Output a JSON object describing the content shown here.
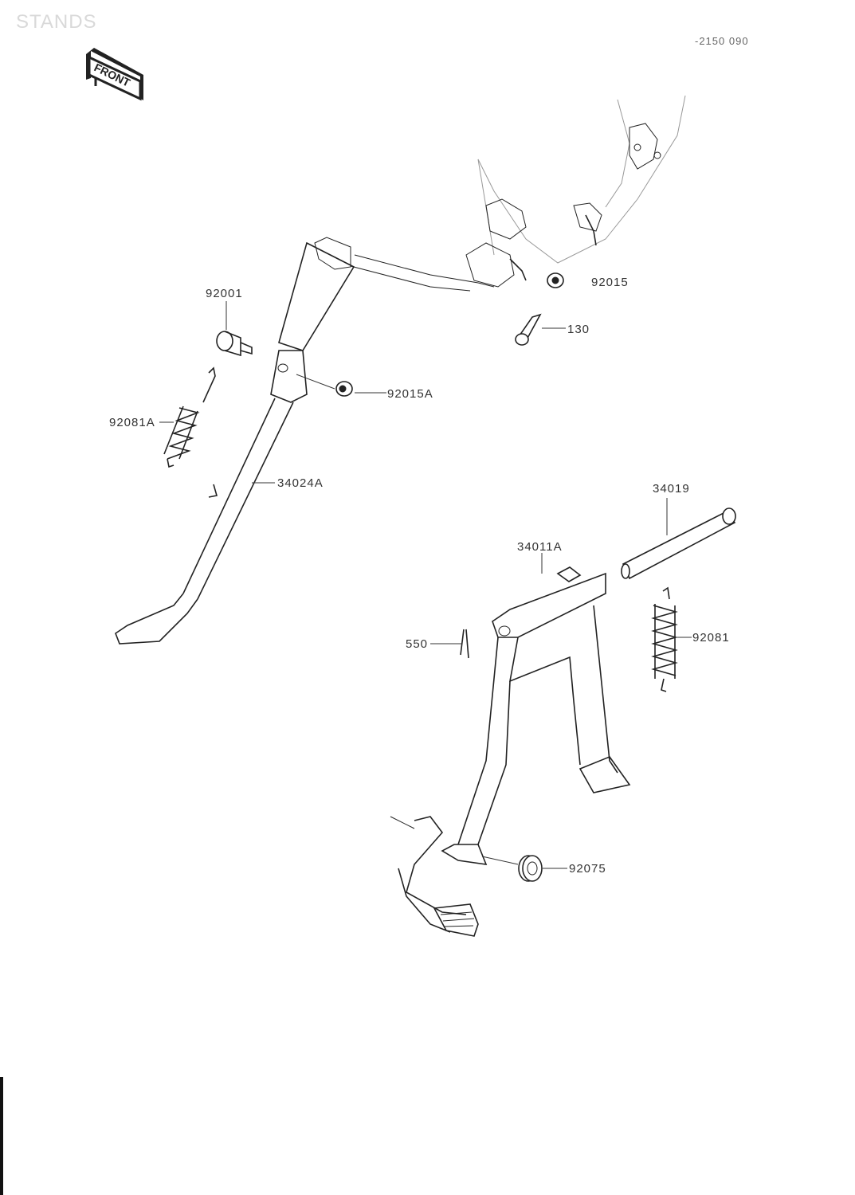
{
  "diagram": {
    "title": "STANDS",
    "reference_code": "-2150 090",
    "front_marker": "FRONT",
    "callouts": [
      {
        "id": "92001",
        "text": "92001"
      },
      {
        "id": "92015",
        "text": "92015"
      },
      {
        "id": "130",
        "text": "130"
      },
      {
        "id": "92015a",
        "text": "92015A"
      },
      {
        "id": "92081a",
        "text": "92081A"
      },
      {
        "id": "34024a",
        "text": "34024A"
      },
      {
        "id": "34019",
        "text": "34019"
      },
      {
        "id": "34011a",
        "text": "34011A"
      },
      {
        "id": "550",
        "text": "550"
      },
      {
        "id": "92081",
        "text": "92081"
      },
      {
        "id": "92075",
        "text": "92075"
      }
    ]
  }
}
